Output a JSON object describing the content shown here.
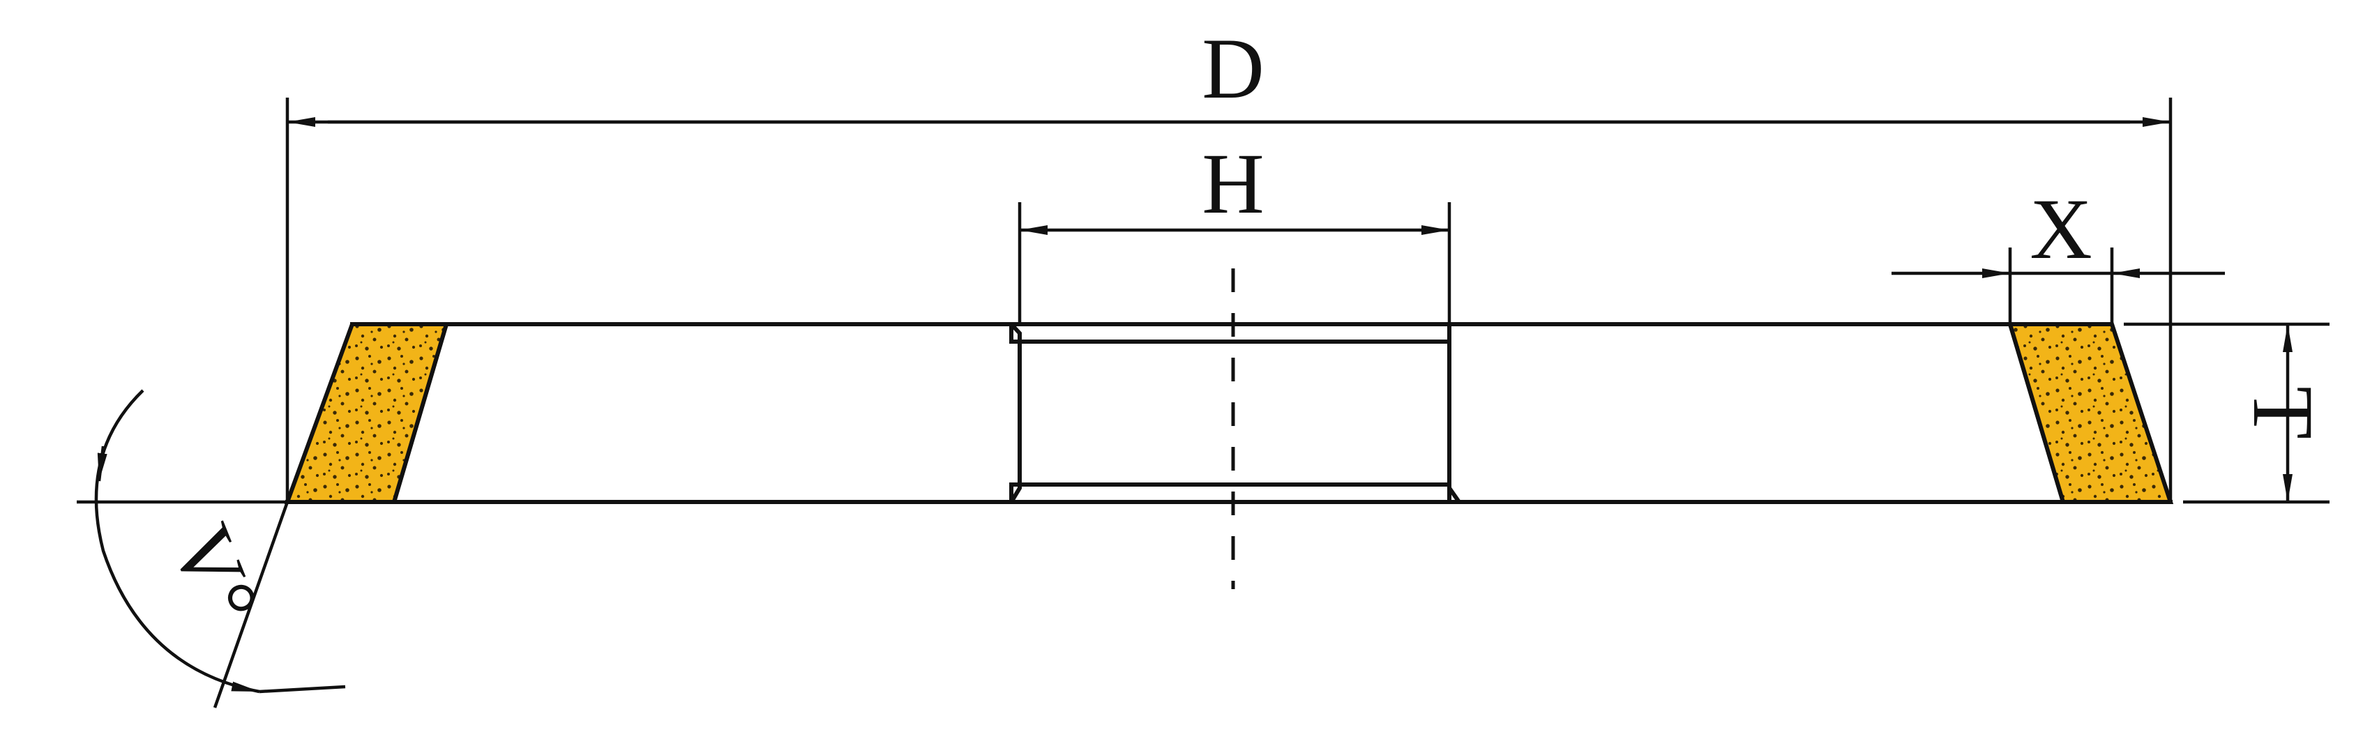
{
  "labels": {
    "outer_diameter": "D",
    "bore_diameter": "H",
    "rim_width": "X",
    "thickness": "T",
    "angle": "V°"
  },
  "colors": {
    "abrasive_fill": "#f2b418",
    "abrasive_speckle": "#3a2a08",
    "line": "#111111",
    "background": "#ffffff"
  }
}
